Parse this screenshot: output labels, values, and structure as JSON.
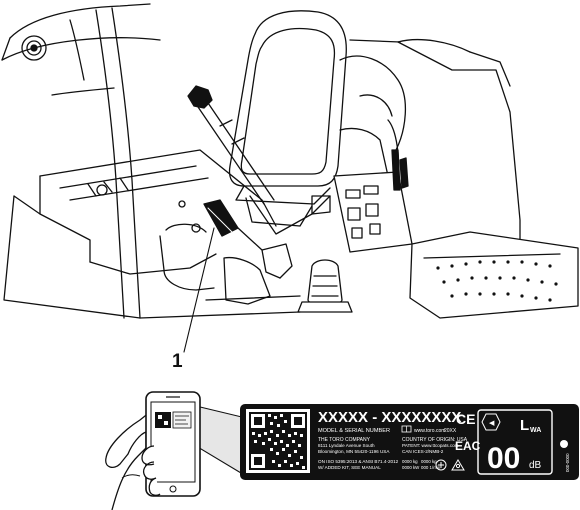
{
  "callout": {
    "number": "1"
  },
  "decal": {
    "model_serial_placeholder": "XXXXX - XXXXXXXX",
    "model_serial_label": "MODEL & SERIAL NUMBER",
    "website": "www.toro.com",
    "year": "20XX",
    "company_name": "THE TORO COMPANY",
    "address_line1": "8111 Lyndale Avenue South",
    "address_line2": "Bloomington, MN 55420-1196 USA",
    "country_of_origin": "COUNTRY OF ORIGIN: USA",
    "patent": "PATENT: www.ttcopats.com",
    "can_ices": "CAN ICES-2/NMB-2",
    "iso_standard": "ON ISO 5395:2013 & ANSI B71.4-2012",
    "added_kit": "W/ ADDED KIT, SEE MANUAL",
    "weight1": "0000 kg",
    "weight2": "0000 kg",
    "power": "0000 kW",
    "rpm": "000 1/min",
    "ce_mark": "CE",
    "eac_mark": "EAC",
    "sound_symbol": "L",
    "sound_subscript": "WA",
    "sound_value": "00",
    "sound_unit": "dB",
    "side_number": "000-0000"
  }
}
